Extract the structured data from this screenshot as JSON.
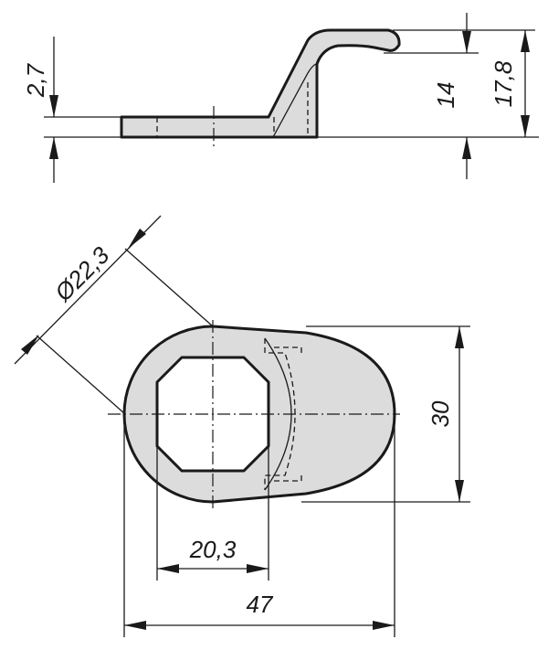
{
  "drawing": {
    "side_view": {
      "dimensions": {
        "thickness": "2,7",
        "hook_height": "14",
        "overall_height": "17,8"
      }
    },
    "top_view": {
      "dimensions": {
        "hole_diameter": "Ø22,3",
        "width": "30",
        "across_flats": "20,3",
        "overall_length": "47"
      }
    }
  },
  "colors": {
    "part_fill": "#dcdcdc",
    "line": "#1a1a1a",
    "background": "#ffffff"
  }
}
